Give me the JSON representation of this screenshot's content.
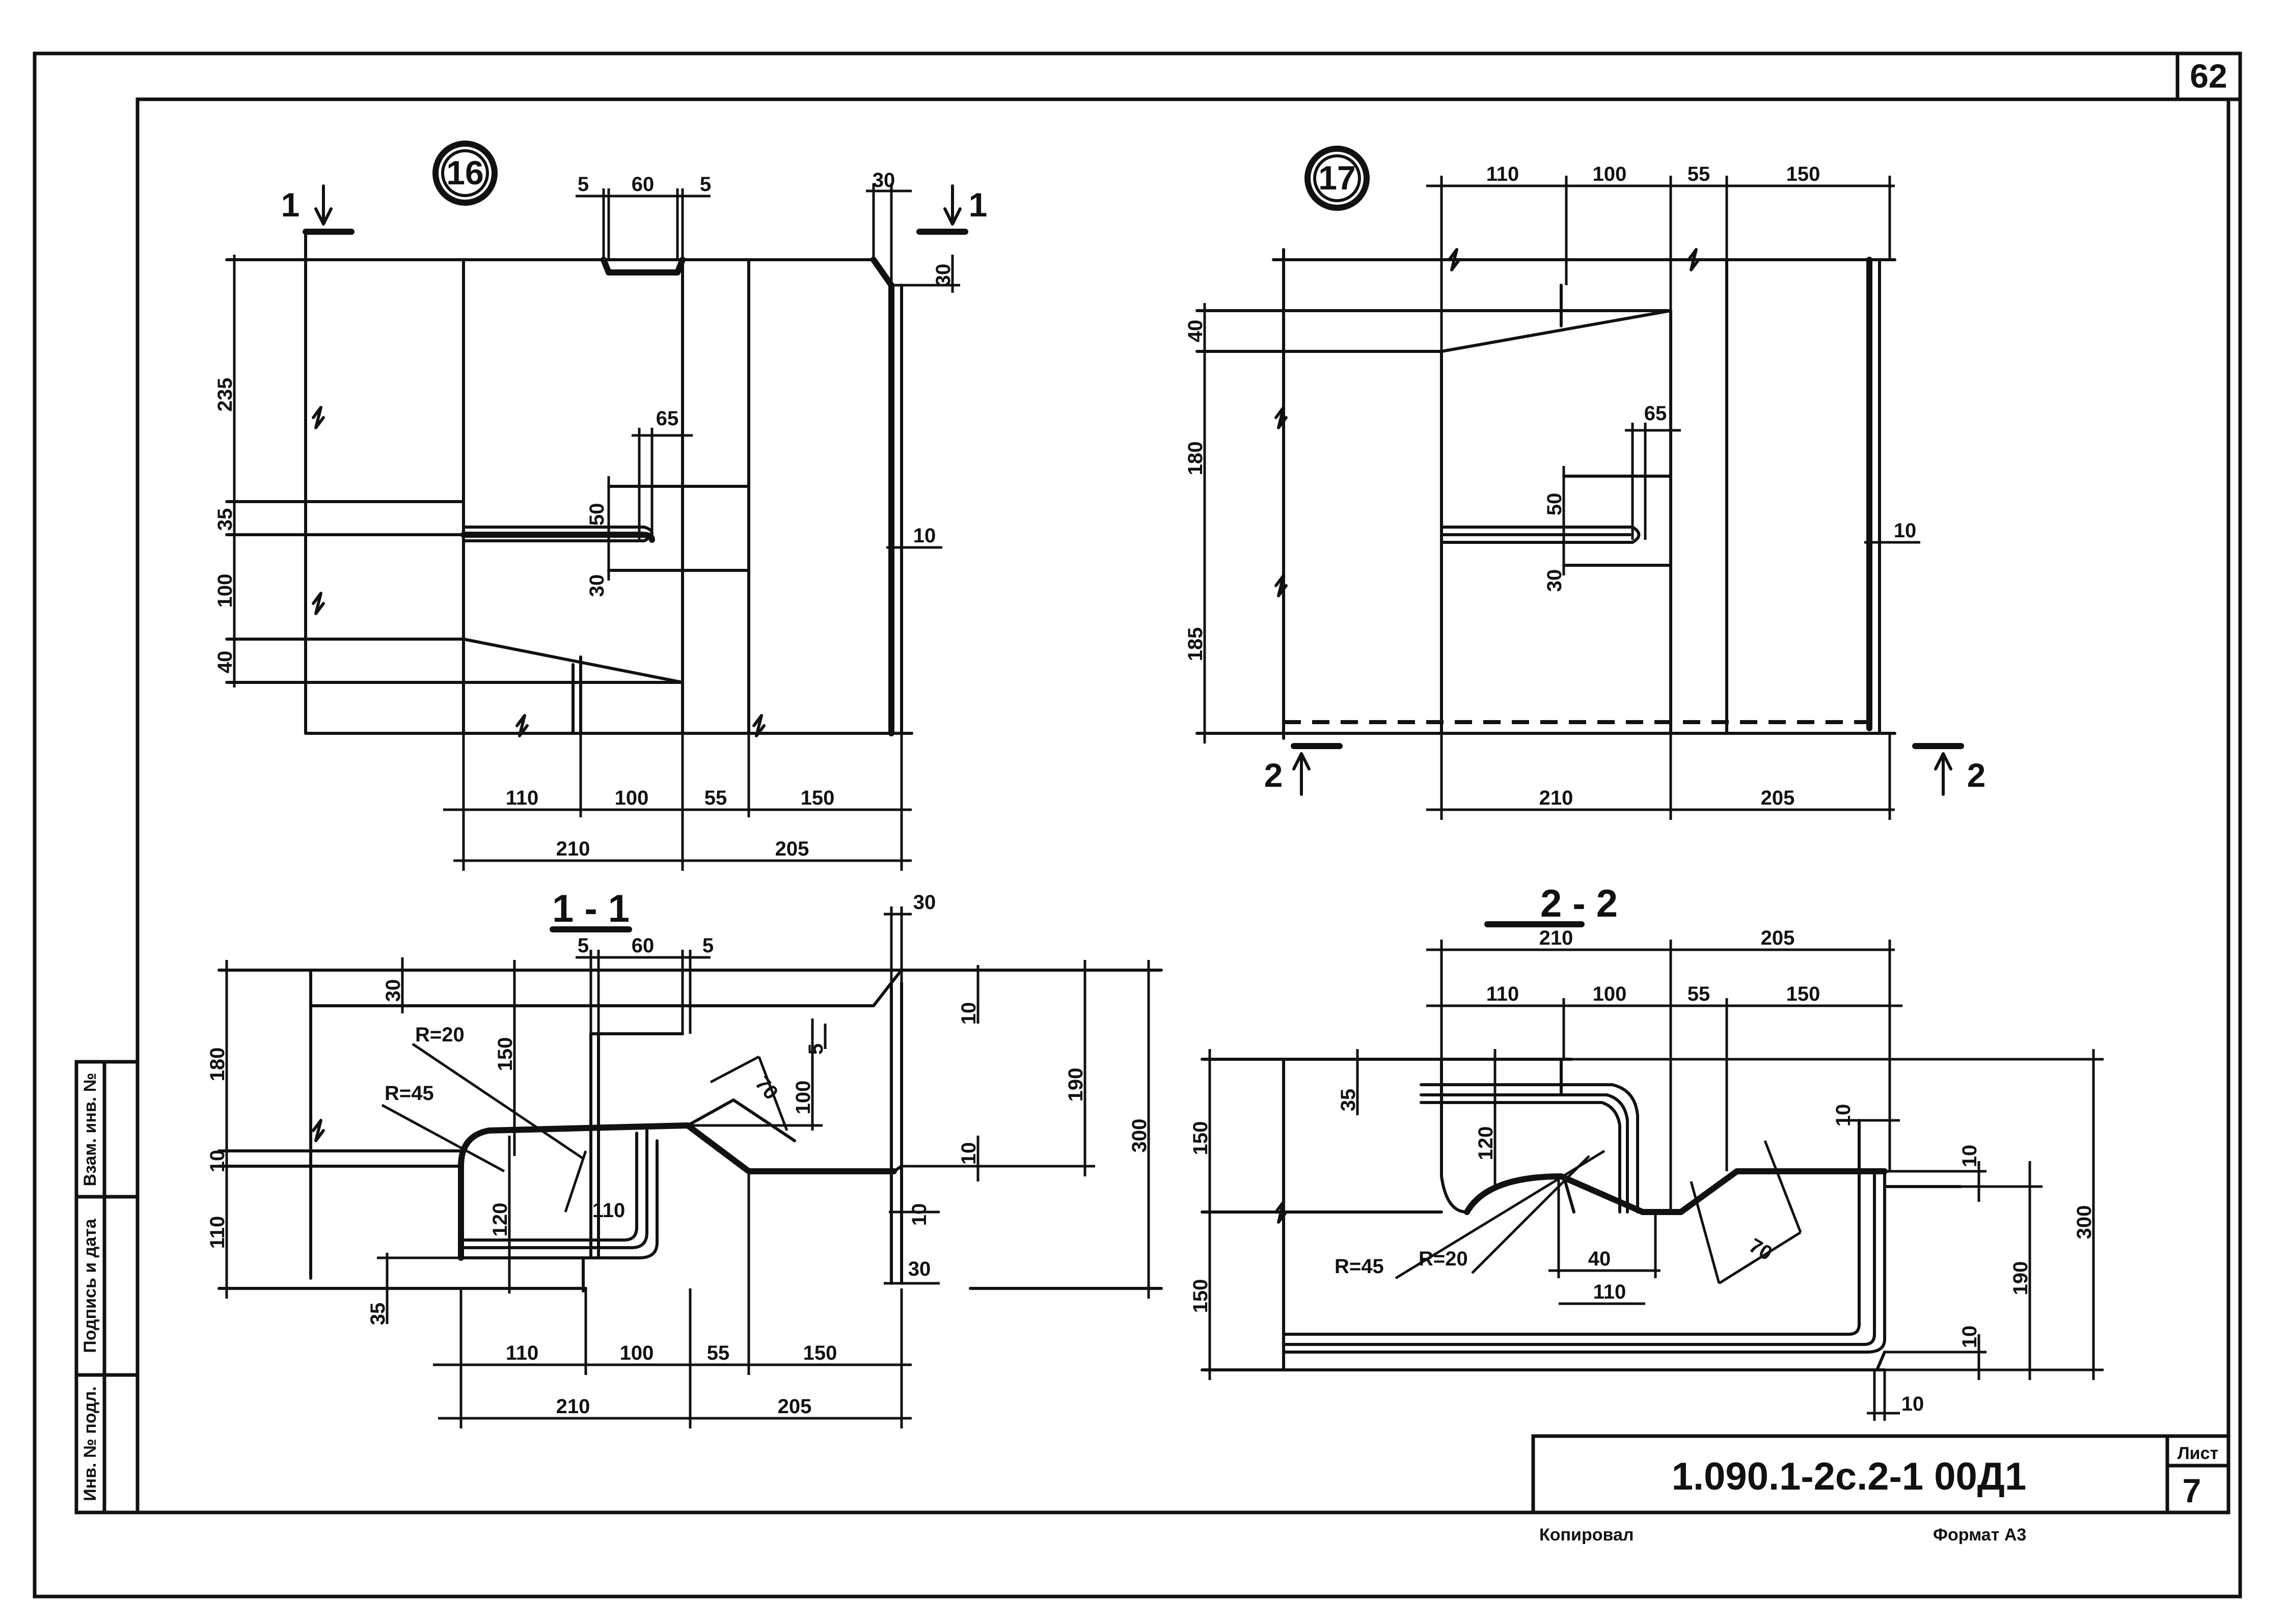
{
  "sheet": {
    "page_number": "62",
    "designation": "1.090.1-2с.2-1   00Д1",
    "sheet_label": "Лист",
    "sheet_number": "7",
    "copy_label": "Копировал",
    "format_label": "Формат А3"
  },
  "side_stamp": {
    "cell1": "Взам. инв. №",
    "cell2": "Подпись и дата",
    "cell3": "Инв. № подл."
  },
  "node16": {
    "badge": "16",
    "top_dims": [
      "5",
      "60",
      "5",
      "30"
    ],
    "left_dims": [
      "235",
      "35",
      "100",
      "40"
    ],
    "inner_dims": [
      "65",
      "50",
      "30",
      "30",
      "10"
    ],
    "bottom_row1": [
      "110",
      "100",
      "55",
      "150"
    ],
    "bottom_row2": [
      "210",
      "205"
    ],
    "cut_mark": "1"
  },
  "node17": {
    "badge": "17",
    "top_dims": [
      "110",
      "100",
      "55",
      "150"
    ],
    "left_dims": [
      "40",
      "180",
      "185"
    ],
    "inner_dims": [
      "65",
      "50",
      "30",
      "10"
    ],
    "bottom_dims": [
      "210",
      "205"
    ],
    "cut_mark": "2"
  },
  "section11": {
    "title": "1 - 1",
    "top_dims": [
      "5",
      "60",
      "5",
      "30"
    ],
    "left_dims": [
      "180",
      "10",
      "110"
    ],
    "inner_dims": [
      "30",
      "150",
      "120",
      "35",
      "100",
      "5",
      "10",
      "10",
      "10",
      "30"
    ],
    "radius1": "R=20",
    "radius2": "R=45",
    "rebar_len": "110",
    "chamfer": "70",
    "right_dims": [
      "190",
      "300"
    ],
    "bottom_row1": [
      "110",
      "100",
      "55",
      "150"
    ],
    "bottom_row2": [
      "210",
      "205"
    ]
  },
  "section22": {
    "title": "2 - 2",
    "top_row1": [
      "210",
      "205"
    ],
    "top_row2": [
      "110",
      "100",
      "55",
      "150"
    ],
    "left_dims": [
      "150",
      "150"
    ],
    "inner_dims": [
      "35",
      "120",
      "40",
      "110",
      "70",
      "10",
      "10",
      "10",
      "10"
    ],
    "radius1": "R=45",
    "radius2": "R=20",
    "right_dims": [
      "190",
      "300"
    ]
  }
}
